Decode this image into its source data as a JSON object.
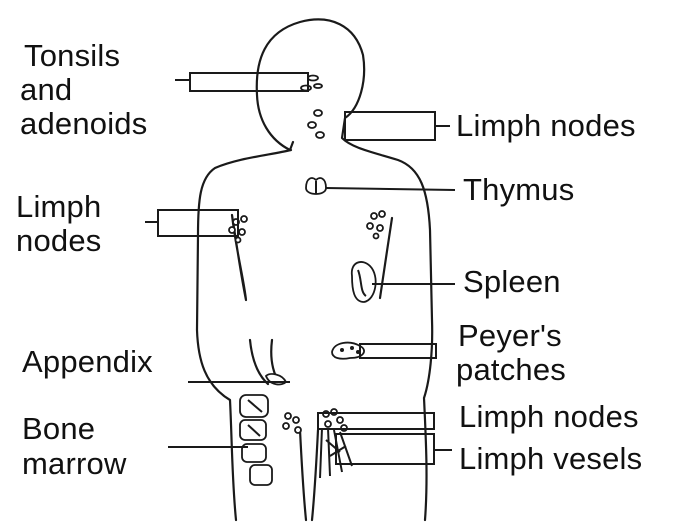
{
  "labels": {
    "tonsils_line1": "Tonsils",
    "tonsils_line2": "and",
    "tonsils_line3": "adenoids",
    "neck_nodes": "Limph nodes",
    "thymus": "Thymus",
    "arm_nodes_line1": "Limph",
    "arm_nodes_line2": "nodes",
    "spleen": "Spleen",
    "peyers_line1": "Peyer's",
    "peyers_line2": "patches",
    "appendix": "Appendix",
    "bone_marrow_line1": "Bone",
    "bone_marrow_line2": "marrow",
    "groin_nodes": "Limph nodes",
    "vessels": "Limph vesels"
  }
}
